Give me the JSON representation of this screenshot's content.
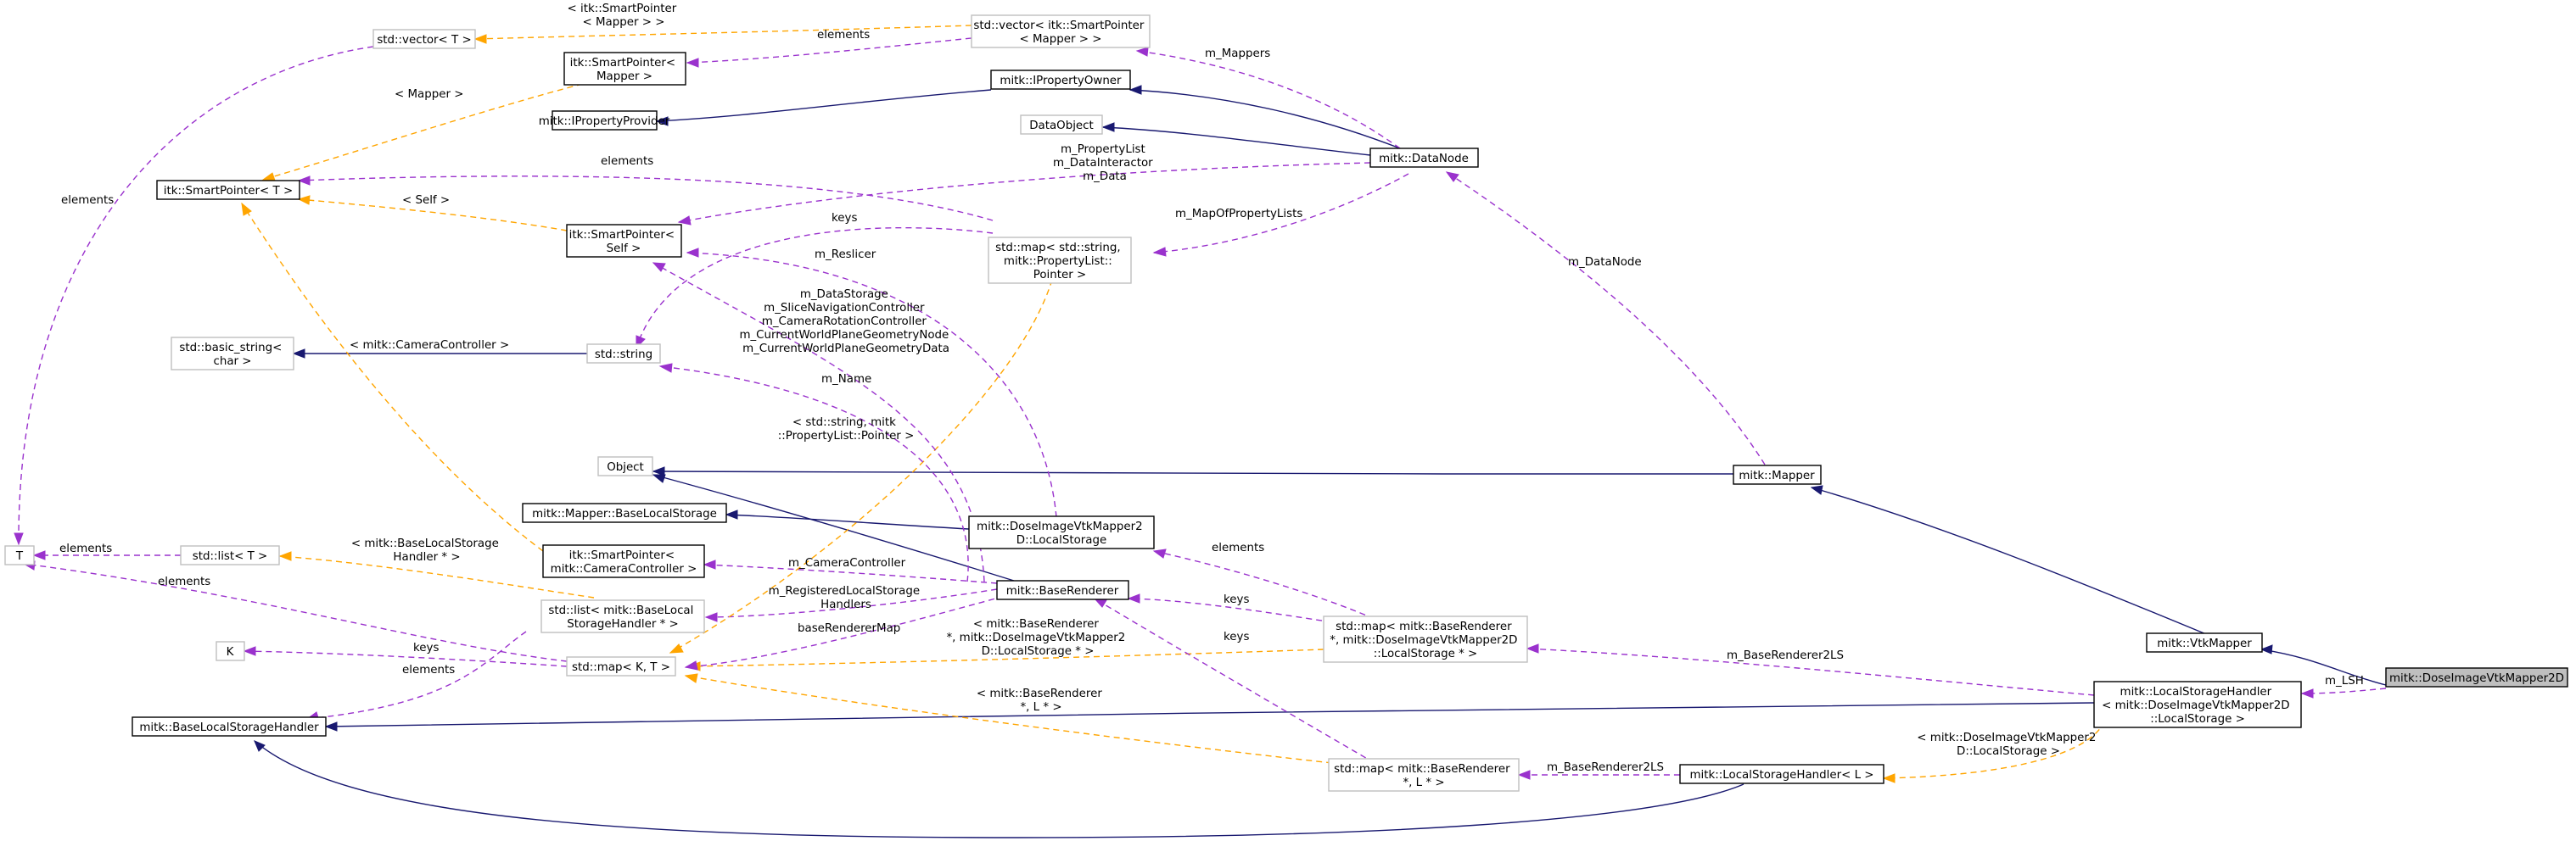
{
  "nodes": {
    "dose_mapper_2d": [
      "mitk::DoseImageVtkMapper2D"
    ],
    "vtk_mapper": [
      "mitk::VtkMapper"
    ],
    "mapper": [
      "mitk::Mapper"
    ],
    "object": [
      "Object"
    ],
    "lsh_dose": [
      "mitk::LocalStorageHandler",
      "< mitk::DoseImageVtkMapper2D",
      "::LocalStorage >"
    ],
    "base_lsh": [
      "mitk::BaseLocalStorageHandler"
    ],
    "lsh_L": [
      "mitk::LocalStorageHandler< L >"
    ],
    "map_baserenderer_L": [
      "std::map< mitk::BaseRenderer",
      "*, L * >"
    ],
    "map_K_T": [
      "std::map< K, T >"
    ],
    "K": [
      "K"
    ],
    "T": [
      "T"
    ],
    "list_T": [
      "std::list< T >"
    ],
    "list_baselocal": [
      "std::list< mitk::BaseLocal",
      "StorageHandler * >"
    ],
    "map_baserenderer_ls": [
      "std::map< mitk::BaseRenderer",
      "*, mitk::DoseImageVtkMapper2D",
      "::LocalStorage * >"
    ],
    "base_renderer": [
      "mitk::BaseRenderer"
    ],
    "dose_ls": [
      "mitk::DoseImageVtkMapper2",
      "D::LocalStorage"
    ],
    "mapper_base_ls": [
      "mitk::Mapper::BaseLocalStorage"
    ],
    "sp_camera": [
      "itk::SmartPointer<",
      "mitk::CameraController >"
    ],
    "std_string": [
      "std::string"
    ],
    "basic_string": [
      "std::basic_string<",
      "char >"
    ],
    "sp_self": [
      "itk::SmartPointer<",
      "Self >"
    ],
    "sp_T": [
      "itk::SmartPointer< T >"
    ],
    "map_string_pl": [
      "std::map< std::string,",
      "mitk::PropertyList::",
      "Pointer >"
    ],
    "data_node": [
      "mitk::DataNode"
    ],
    "data_object": [
      "DataObject"
    ],
    "iproperty_owner": [
      "mitk::IPropertyOwner"
    ],
    "iproperty_provider": [
      "mitk::IPropertyProvider"
    ],
    "sp_mapper": [
      "itk::SmartPointer<",
      "Mapper >"
    ],
    "vector_T": [
      "std::vector< T >"
    ],
    "vector_sp_mapper": [
      "std::vector< itk::SmartPointer",
      "< Mapper > >"
    ]
  },
  "edge_labels": {
    "m_LSH": [
      "m_LSH"
    ],
    "m_BaseRenderer2LS": [
      "m_BaseRenderer2LS"
    ],
    "m_BaseRenderer2LS_L": [
      "m_BaseRenderer2LS"
    ],
    "tpl_dose_ls": [
      "< mitk::DoseImageVtkMapper2",
      "D::LocalStorage >"
    ],
    "tpl_baserenderer_L": [
      "< mitk::BaseRenderer",
      "*, L * >"
    ],
    "keys_K": [
      "keys"
    ],
    "elements_blsh": [
      "elements"
    ],
    "keys_map_ls": [
      "keys"
    ],
    "keys_map_L": [
      "keys"
    ],
    "tpl_baserenderer_ls": [
      "< mitk::BaseRenderer",
      "*, mitk::DoseImageVtkMapper2",
      "D::LocalStorage * >"
    ],
    "baseRendererMap": [
      "baseRendererMap"
    ],
    "m_RegisteredLocalStorage": [
      "m_RegisteredLocalStorage",
      "Handlers"
    ],
    "m_CameraController": [
      "m_CameraController"
    ],
    "elements_ls": [
      "elements"
    ],
    "tpl_blsh": [
      "< mitk::BaseLocalStorage",
      "Handler * >"
    ],
    "elements_listT": [
      "elements"
    ],
    "elements_T_bottom": [
      "elements"
    ],
    "tpl_camera": [
      "< mitk::CameraController >"
    ],
    "tpl_string_pl": [
      "< std::string, mitk",
      "::PropertyList::Pointer >"
    ],
    "m_Name": [
      "m_Name"
    ],
    "m_DataStorage": [
      "m_DataStorage",
      "m_SliceNavigationController",
      "m_CameraRotationController",
      "m_CurrentWorldPlaneGeometryNode",
      "m_CurrentWorldPlaneGeometryData"
    ],
    "m_Reslicer": [
      "m_Reslicer"
    ],
    "keys_string": [
      "keys"
    ],
    "elements_spT": [
      "elements"
    ],
    "tpl_self": [
      "< Self >"
    ],
    "m_PropertyList": [
      "m_PropertyList",
      "m_DataInteractor",
      "m_Data"
    ],
    "m_MapOfPropertyLists": [
      "m_MapOfPropertyLists"
    ],
    "m_DataNode": [
      "m_DataNode"
    ],
    "m_Mappers": [
      "m_Mappers"
    ],
    "tpl_mapper": [
      "< Mapper >"
    ],
    "elements_vec": [
      "elements"
    ],
    "tpl_sp_mapper": [
      "< itk::SmartPointer",
      "< Mapper > >"
    ],
    "elements_T_left": [
      "elements"
    ]
  }
}
